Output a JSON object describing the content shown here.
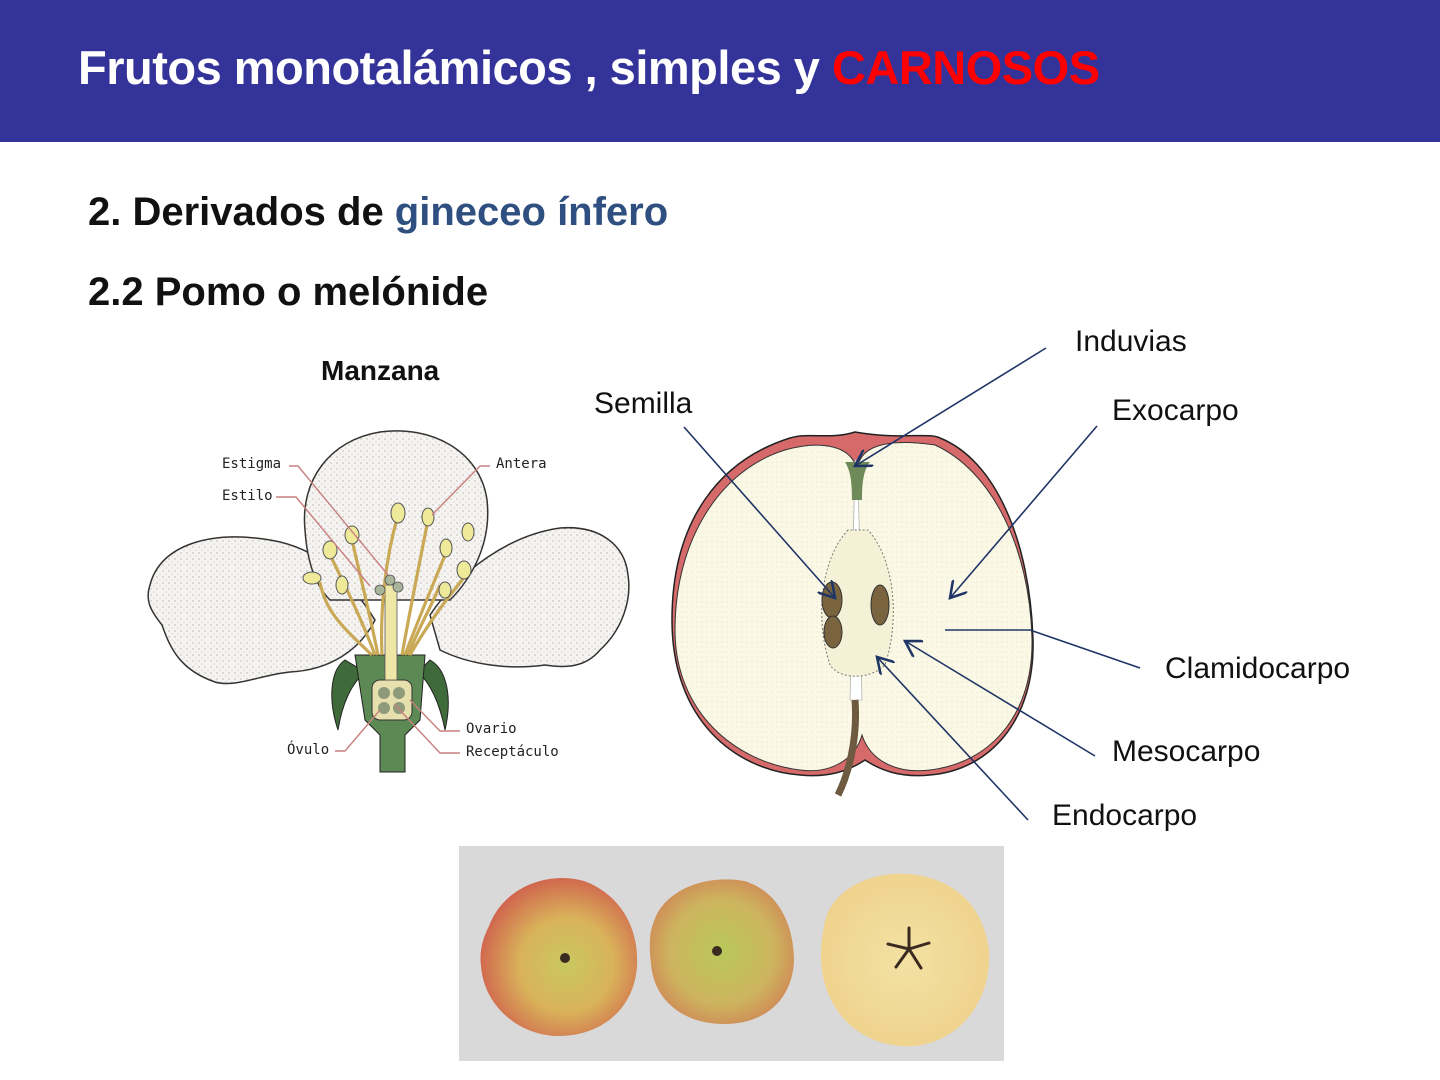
{
  "slide": {
    "title_prefix": "Frutos monotalámicos , simples y ",
    "title_accent": "CARNOSOS",
    "colors": {
      "banner": "#333399",
      "accent_red": "#ff0000",
      "accent_blue": "#2e4f7f",
      "arrow": "#1f3566"
    },
    "subheading_1_prefix": "2. Derivados de ",
    "subheading_1_accent": "gineceo ínfero",
    "subheading_2": "2.2 Pomo o melónide"
  },
  "flower_diagram": {
    "title": "Manzana",
    "labels": {
      "estigma": "Estigma",
      "estilo": "Estilo",
      "antera": "Antera",
      "ovario": "Ovario",
      "ovulo": "Óvulo",
      "receptaculo": "Receptáculo"
    }
  },
  "fruit_diagram": {
    "labels": {
      "semilla": "Semilla",
      "induvias": "Induvias",
      "exocarpo": "Exocarpo",
      "clamidocarpo": "Clamidocarpo",
      "mesocarpo": "Mesocarpo",
      "endocarpo": "Endocarpo"
    }
  },
  "photo": {
    "description": "Three apples: two whole apples and one cross-section showing star-shaped core"
  }
}
